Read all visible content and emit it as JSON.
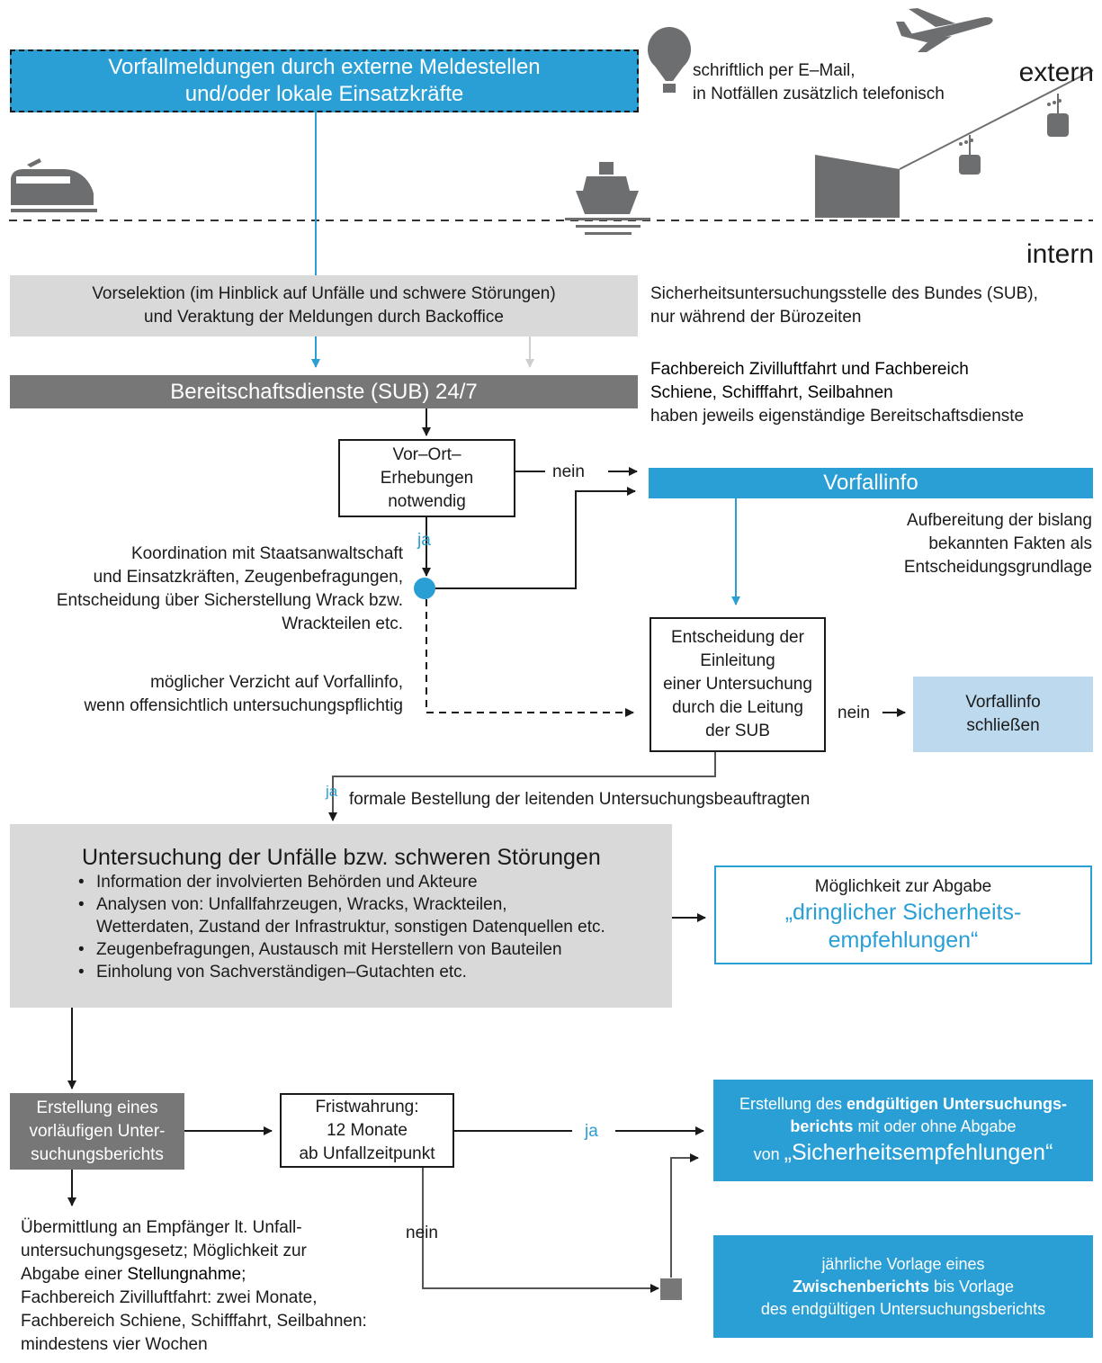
{
  "colors": {
    "blue": "#2a9fd6",
    "light_gray": "#d9d9d9",
    "dark_gray": "#777777",
    "light_blue": "#bdd9ee",
    "icon_gray": "#6d6e70"
  },
  "top_box": {
    "line1": "Vorfallmeldungen durch externe Meldestellen",
    "line2": "und/oder lokale Einsatzkräfte"
  },
  "reporting": {
    "line1": "schriftlich per E–Mail,",
    "line2": "in Notfällen zusätzlich telefonisch"
  },
  "label_extern": "extern",
  "label_intern": "intern",
  "icons": {
    "airplane": "airplane-icon",
    "balloon": "balloon-icon",
    "train": "train-icon",
    "ship": "ship-icon",
    "cablecar": "cable-car-icon"
  },
  "preselection": {
    "line1": "Vorselektion (im Hinblick auf Unfälle und schwere Störungen)",
    "line2": "und Veraktung der Meldungen durch Backoffice"
  },
  "sub_info": {
    "line1": "Sicherheitsuntersuchungsstelle des Bundes (SUB),",
    "line2": "nur während der Bürozeiten"
  },
  "standby": "Bereitschaftsdienste (SUB) 24/7",
  "standby_note": {
    "line1": "Fachbereich Zivilluftfahrt und Fachbereich",
    "line2": "Schiene, Schifffahrt, Seilbahnen",
    "line3": "haben jeweils eigenständige Bereitschaftsdienste"
  },
  "onsite": {
    "line1": "Vor–Ort–",
    "line2": "Erhebungen",
    "line3": "notwendig"
  },
  "nein": "nein",
  "ja": "ja",
  "vorfallinfo": "Vorfallinfo",
  "vorfallinfo_note": {
    "line1": "Aufbereitung der bislang",
    "line2": "bekannten Fakten als",
    "line3": "Entscheidungsgrundlage"
  },
  "coordination": {
    "line1": "Koordination mit Staatsanwaltschaft",
    "line2": "und Einsatzkräften, Zeugenbefragungen,",
    "line3": "Entscheidung über Sicherstellung Wrack bzw.",
    "line4": "Wrackteilen etc."
  },
  "waiver": {
    "line1": "möglicher Verzicht auf Vorfallinfo,",
    "line2": "wenn offensichtlich untersuchungspflichtig"
  },
  "decision": {
    "line1": "Entscheidung der",
    "line2": "Einleitung",
    "line3": "einer Untersuchung",
    "line4": "durch die Leitung",
    "line5": "der SUB"
  },
  "close_info": {
    "line1": "Vorfallinfo",
    "line2": "schließen"
  },
  "appointment": "formale Bestellung der leitenden Untersuchungsbeauftragten",
  "investigation": {
    "title": "Untersuchung der Unfälle bzw. schweren Störungen",
    "items": [
      "Information der involvierten Behörden und Akteure",
      "Analysen von: Unfallfahrzeugen, Wracks, Wrackteilen,",
      "Wetterdaten, Zustand der Infrastruktur, sonstigen Datenquellen etc.",
      "Zeugenbefragungen, Austausch mit Herstellern von Bauteilen",
      "Einholung von Sachverständigen–Gutachten etc."
    ]
  },
  "urgent": {
    "line1": "Möglichkeit zur Abgabe",
    "line2": "„dringlicher Sicherheits-",
    "line3": "empfehlungen“"
  },
  "prelim": {
    "line1": "Erstellung eines",
    "line2": "vorläufigen Unter-",
    "line3": "suchungsberichts"
  },
  "deadline": {
    "line1": "Fristwahrung:",
    "line2": "12 Monate",
    "line3": "ab Unfallzeitpunkt"
  },
  "final": {
    "pre": "Erstellung des ",
    "bold1": "endgültigen Untersuchungs-",
    "bold2": "berichts",
    "post": " mit oder ohne Abgabe",
    "line3a": "von ",
    "line3b": "„Sicherheitsempfehlungen“"
  },
  "interim": {
    "line1": "jährliche Vorlage eines",
    "bold": "Zwischenberichts",
    "post": " bis Vorlage",
    "line3": "des endgültigen Untersuchungsberichts"
  },
  "transmission": {
    "line1": "Übermittlung an Empfänger lt. Unfall-",
    "line2": "untersuchungsgesetz; Möglichkeit zur",
    "line3a": "Abgabe einer ",
    "line3b": "Stellungnahme;",
    "line4": "Fachbereich Zivilluftfahrt: zwei Monate,",
    "line5": "Fachbereich Schiene, Schifffahrt, Seilbahnen:",
    "line6": "mindestens vier Wochen"
  }
}
